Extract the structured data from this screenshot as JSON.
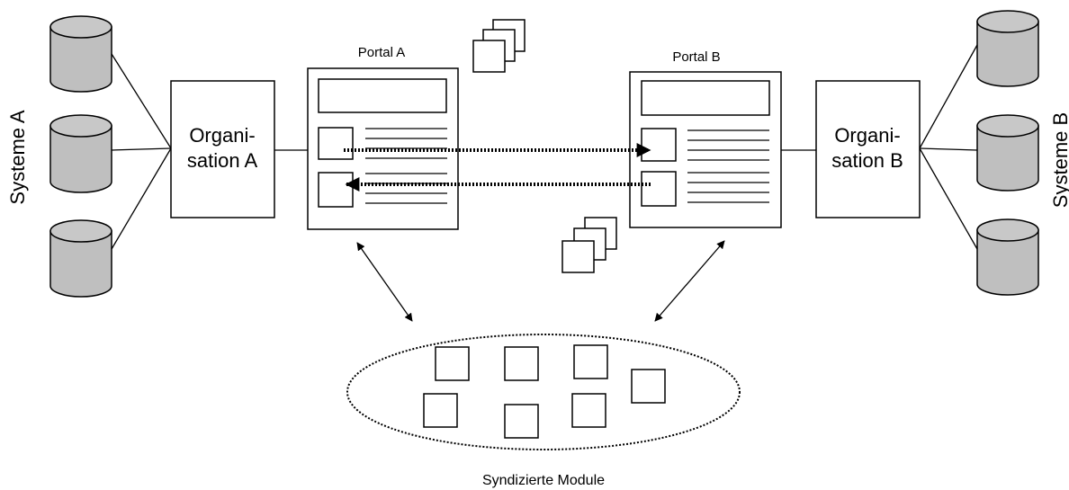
{
  "systems_left": {
    "label": "Systeme A"
  },
  "systems_right": {
    "label": "Systeme B"
  },
  "organisation_a": {
    "line1": "Organi-",
    "line2": "sation A"
  },
  "organisation_b": {
    "line1": "Organi-",
    "line2": "sation B"
  },
  "portal_a": {
    "title": "Portal A"
  },
  "portal_b": {
    "title": "Portal B"
  },
  "syndicated": {
    "label": "Syndizierte Module"
  },
  "colors": {
    "database_fill": "#bfbfbf",
    "stroke": "#000000",
    "background": "#ffffff"
  }
}
